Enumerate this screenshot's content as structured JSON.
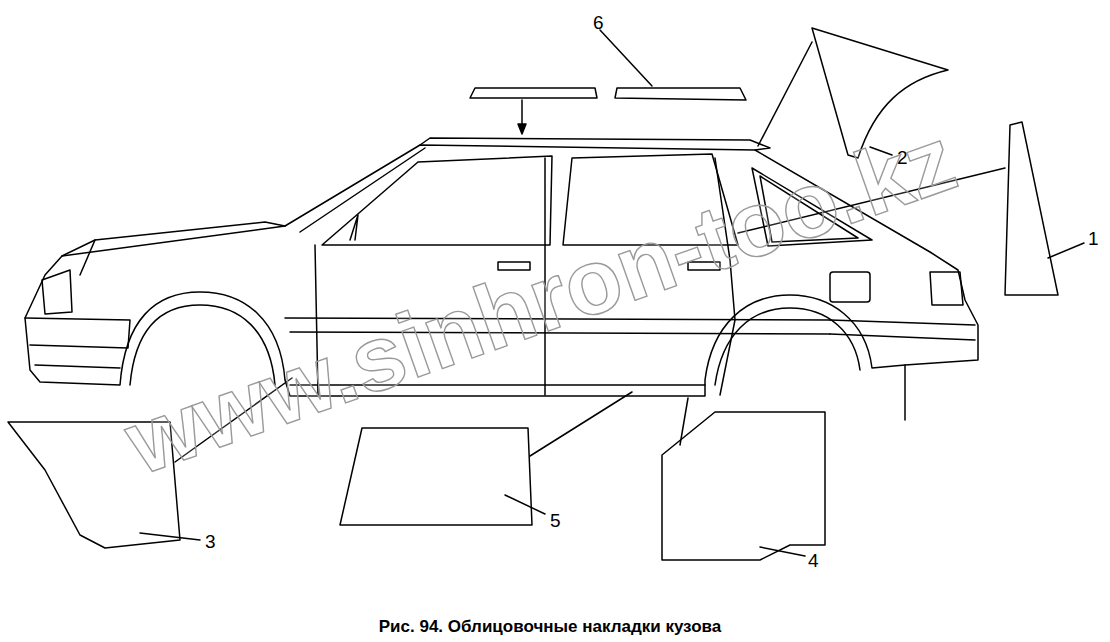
{
  "diagram": {
    "caption": "Рис. 94. Облицовочные накладки кузова",
    "labels": [
      "6",
      "2",
      "1",
      "3",
      "5",
      "4",
      "www.sinhron-too.kz"
    ]
  }
}
